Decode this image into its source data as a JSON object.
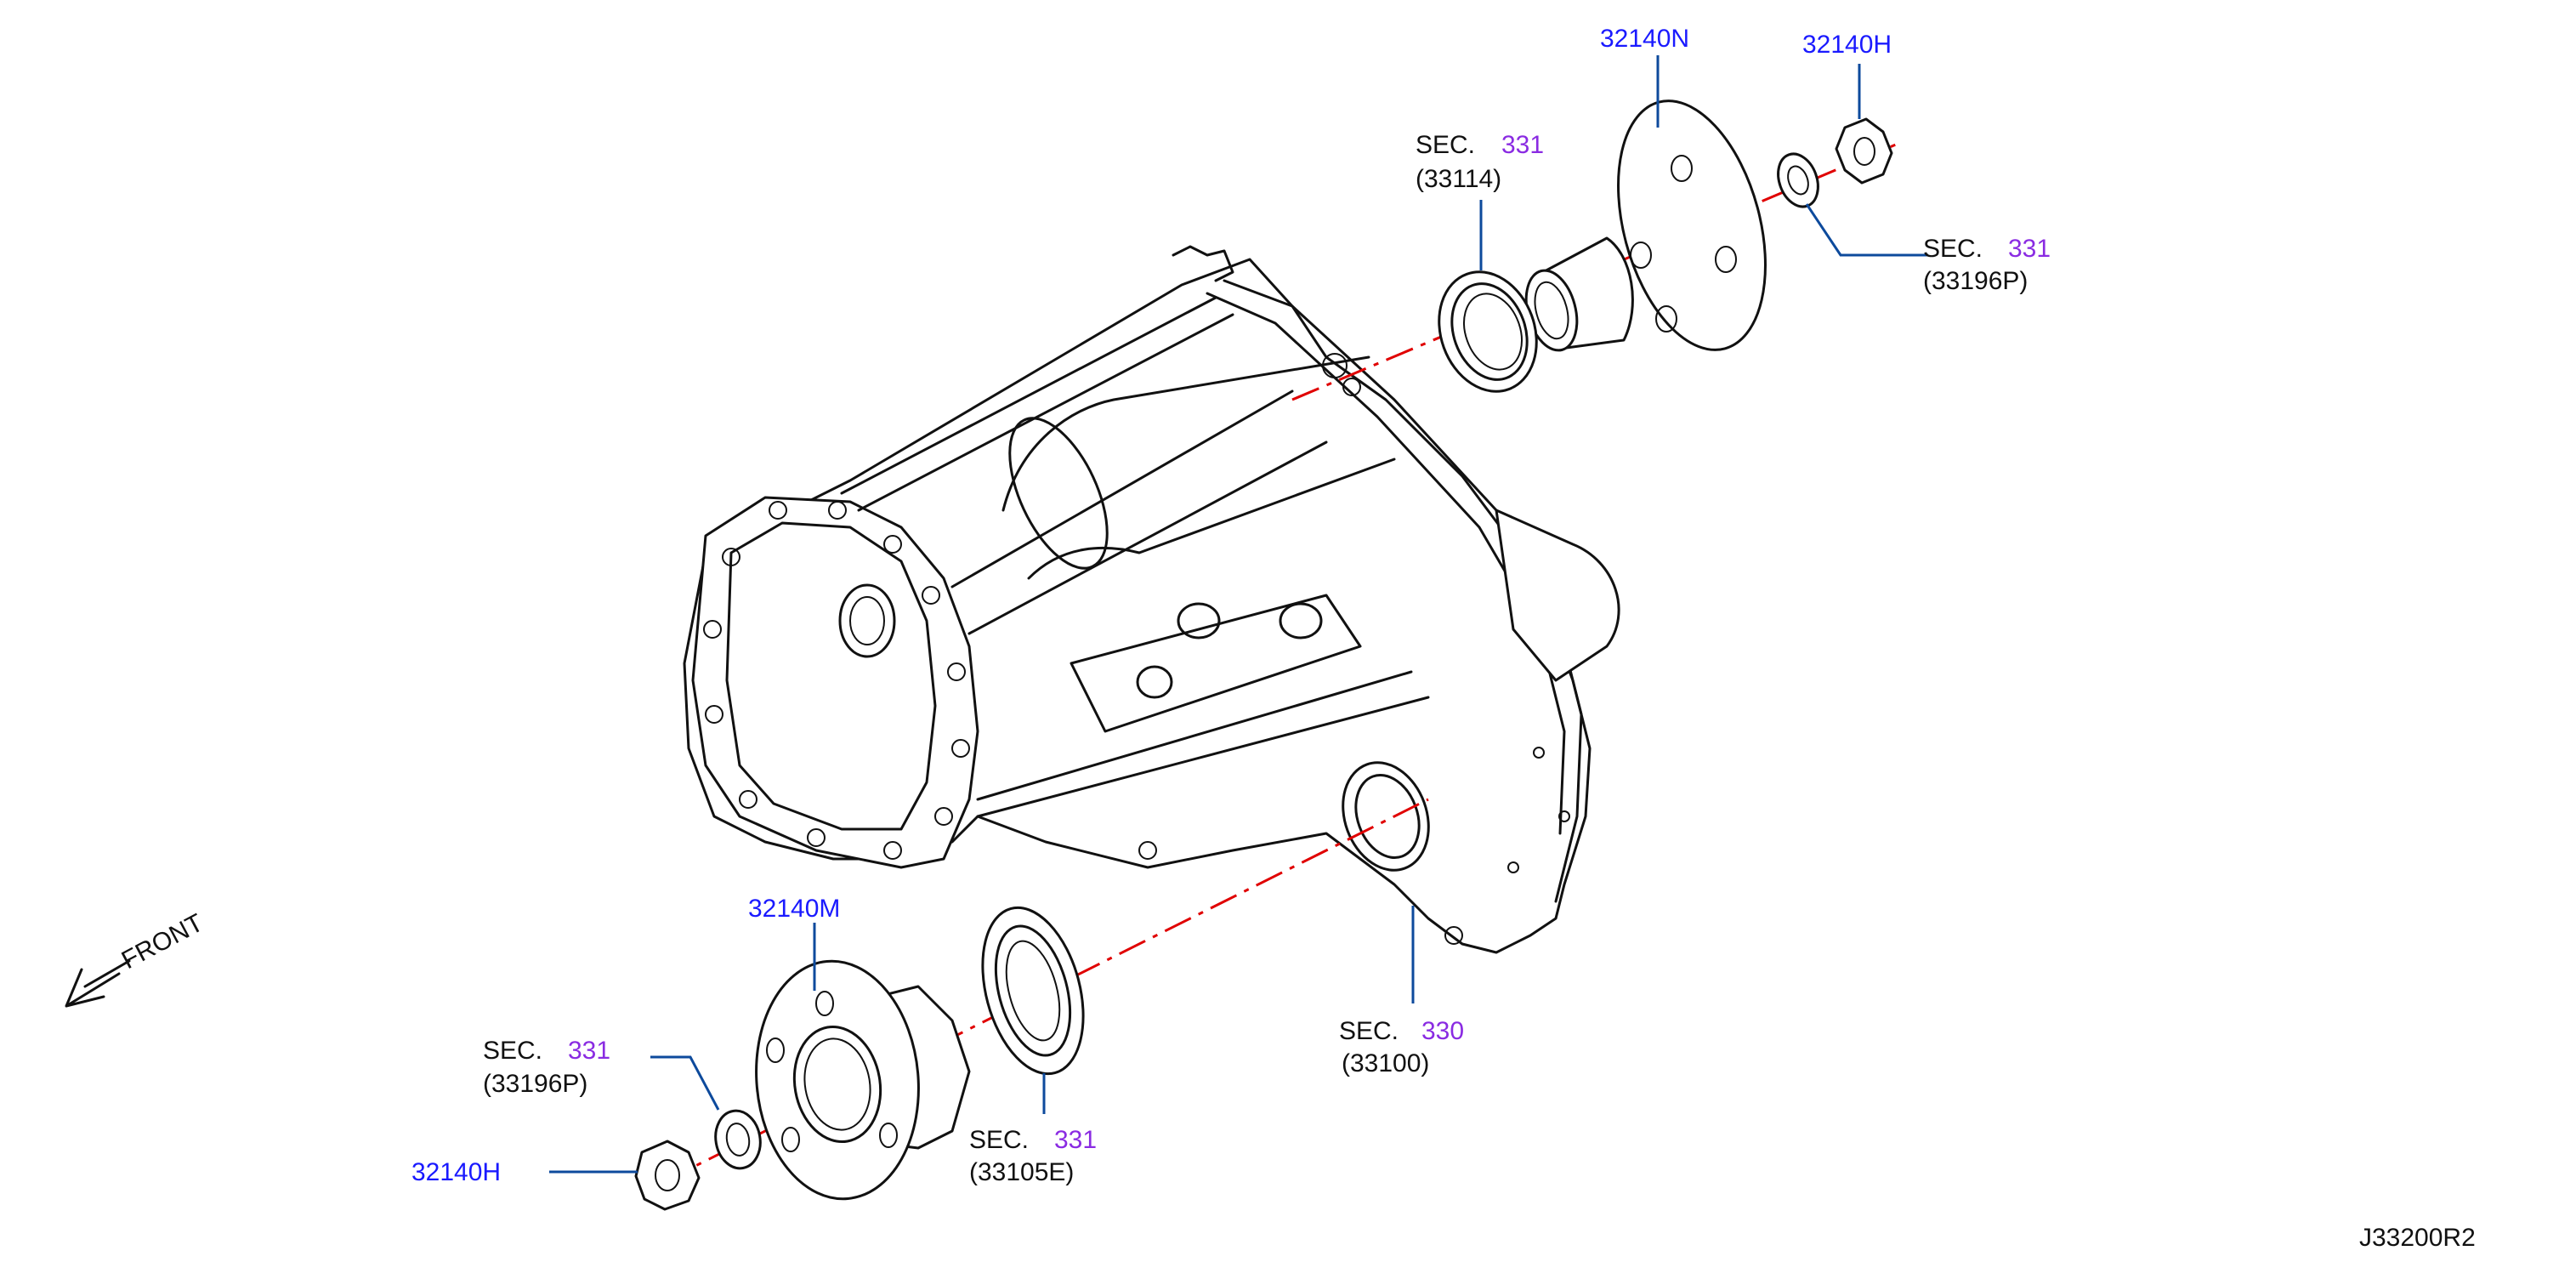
{
  "labels": {
    "part_32140N": "32140N",
    "part_32140H_top": "32140H",
    "part_32140M": "32140M",
    "part_32140H_bottom": "32140H",
    "sec_33114": {
      "sec": "SEC.",
      "num": "331",
      "ref": "(33114)"
    },
    "sec_33196P_top": {
      "sec": "SEC.",
      "num": "331",
      "ref": "(33196P)"
    },
    "sec_33196P_bottom": {
      "sec": "SEC.",
      "num": "331",
      "ref": "(33196P)"
    },
    "sec_33105E": {
      "sec": "SEC.",
      "num": "331",
      "ref": "(33105E)"
    },
    "sec_33100": {
      "sec": "SEC.",
      "num": "330",
      "ref": "(33100)"
    },
    "front": "FRONT",
    "drawing_id": "J33200R2"
  },
  "icons": {
    "front_arrow": "front-arrow-icon"
  },
  "colors": {
    "part_number": "#1a1aff",
    "section_number": "#8a2be2",
    "leader": "#0d4a9c",
    "axis": "#e00000"
  }
}
